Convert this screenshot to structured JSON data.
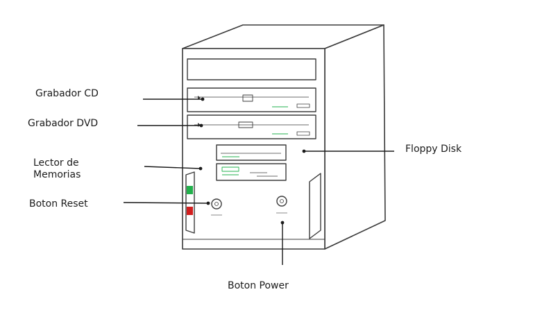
{
  "labels": {
    "grabador_cd": "Grabador CD",
    "grabador_dvd": "Grabador DVD",
    "lector_line1": "Lector de",
    "lector_line2": "Memorias",
    "boton_reset": "Boton Reset",
    "floppy_disk": "Floppy Disk",
    "boton_power": "Boton Power"
  },
  "colors": {
    "outline": "#3a3a3a",
    "accent_green": "#22b14c",
    "accent_red": "#d21e1e",
    "label": "#1a1a1a"
  }
}
